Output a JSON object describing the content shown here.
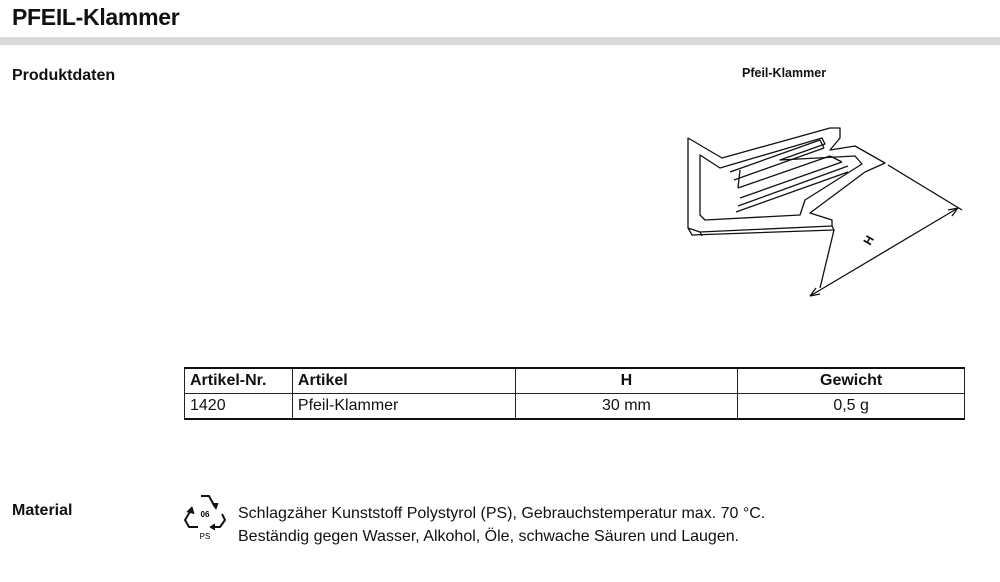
{
  "page": {
    "title": "PFEIL-Klammer"
  },
  "sections": {
    "product_data": "Produktdaten",
    "material": "Material"
  },
  "drawing": {
    "caption": "Pfeil-Klammer",
    "dimension_label": "H"
  },
  "table": {
    "headers": [
      "Artikel-Nr.",
      "Artikel",
      "H",
      "Gewicht"
    ],
    "rows": [
      [
        "1420",
        "Pfeil-Klammer",
        "30 mm",
        "0,5 g"
      ]
    ]
  },
  "recycling": {
    "code": "06",
    "abbr": "PS"
  },
  "material_text": {
    "line1": "Schlagzäher Kunststoff Polystyrol (PS), Gebrauchstemperatur max. 70 °C.",
    "line2": "Beständig gegen Wasser, Alkohol, Öle, schwache Säuren und Laugen."
  }
}
